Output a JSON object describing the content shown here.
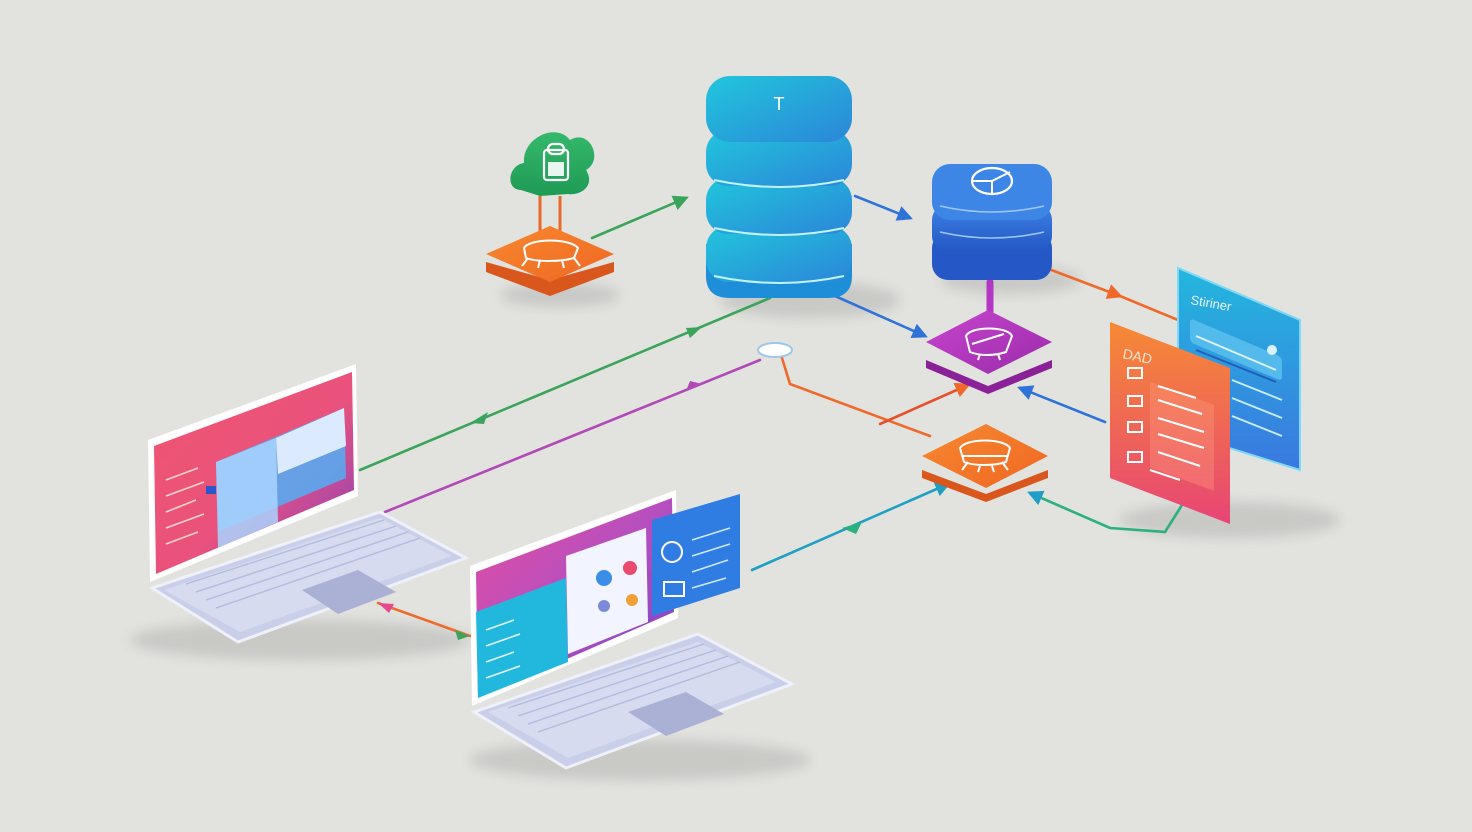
{
  "labels": {
    "server_top_label": "T",
    "panel_blue_title": "Stiriner",
    "panel_orange_title": "DAD"
  },
  "colors": {
    "background": "#e2e2df",
    "teal": "#1fb7da",
    "blue": "#2f73d9",
    "magenta": "#b436c4",
    "orange": "#f2762a",
    "green": "#2fae62",
    "pink": "#e8476f",
    "purple": "#b14ab8"
  },
  "icons": {
    "cloud": "cloud-lock-icon",
    "server_top": "server-stack-icon",
    "db_right": "database-cube-icon",
    "hub_magenta": "processor-hub-icon",
    "hub_orange_left": "router-icon",
    "hub_orange_right": "router-icon",
    "node_endpoint": "endpoint-disc-icon"
  }
}
